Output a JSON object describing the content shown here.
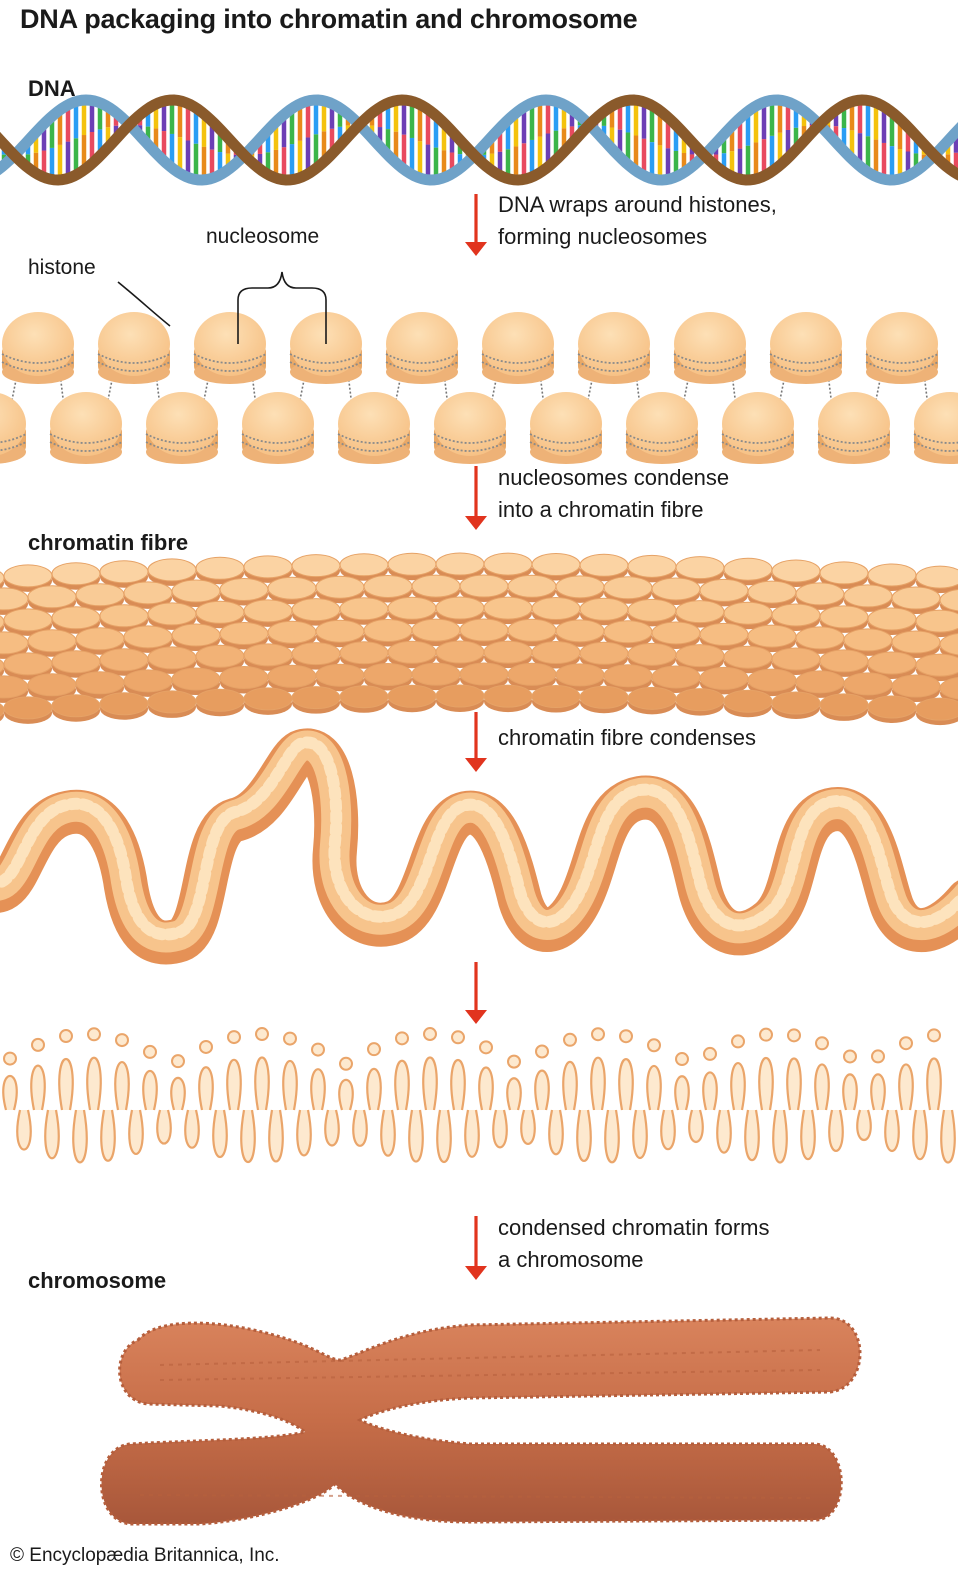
{
  "title": "DNA packaging into chromatin and chromosome",
  "sections": {
    "dna": "DNA",
    "chromatin_fibre": "chromatin fibre",
    "chromosome": "chromosome"
  },
  "labels": {
    "histone": "histone",
    "nucleosome": "nucleosome"
  },
  "steps": [
    {
      "line1": "DNA wraps around histones,",
      "line2": "forming nucleosomes"
    },
    {
      "line1": "nucleosomes condense",
      "line2": "into a chromatin fibre"
    },
    {
      "line1": "chromatin fibre condenses",
      "line2": ""
    },
    {
      "line1": "",
      "line2": ""
    },
    {
      "line1": "condensed chromatin forms",
      "line2": "a chromosome"
    }
  ],
  "credit": "© Encyclopædia Britannica, Inc.",
  "colors": {
    "arrow": "#e1341e",
    "histone": "#f9c98f",
    "histone_edge": "#e9a968",
    "fibre_dark": "#e08a4a",
    "chromosome": "#c9704d",
    "dna_strand_a": "#8a5a2b",
    "dna_strand_b": "#6fa2c8"
  }
}
